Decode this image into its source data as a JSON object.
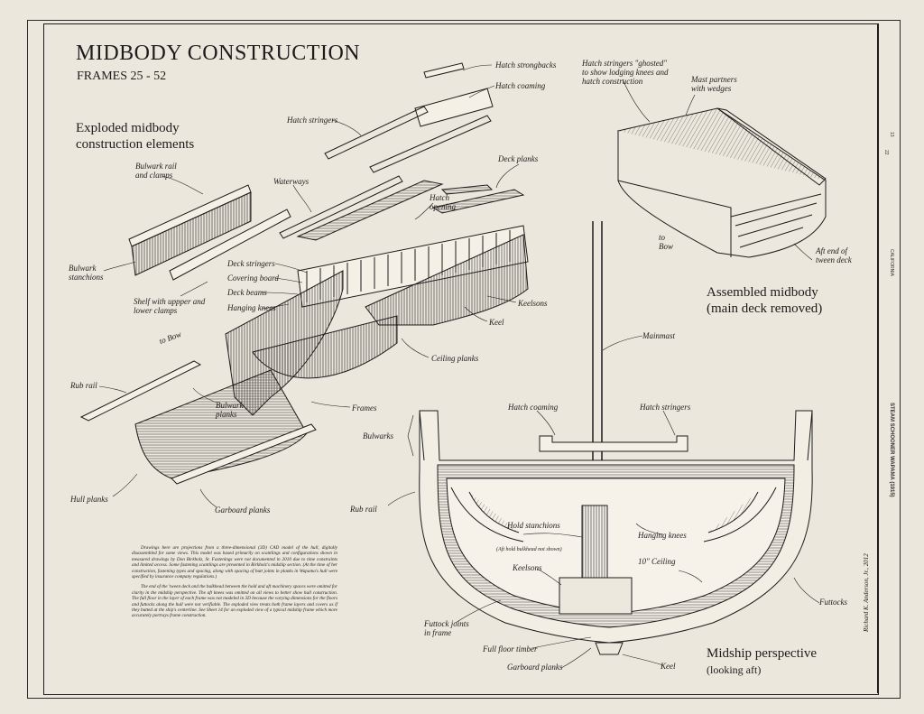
{
  "title": "MIDBODY CONSTRUCTION",
  "subtitle": "FRAMES 25 - 52",
  "exploded_heading": "Exploded midbody construction elements",
  "assembled_heading": "Assembled midbody (main deck removed)",
  "midship_heading": "Midship perspective",
  "midship_subheading": "(looking aft)",
  "labels": {
    "hatch_strongbacks": "Hatch strongbacks",
    "hatch_coaming_top": "Hatch coaming",
    "hatch_stringers": "Hatch stringers",
    "deck_planks": "Deck planks",
    "waterways": "Waterways",
    "hatch_opening": "Hatch opening",
    "bulwark_rail": "Bulwark rail and clamps",
    "bulwark_stanchions": "Bulwark stanchions",
    "deck_stringers": "Deck stringers",
    "covering_board": "Covering board",
    "deck_beams": "Deck beams",
    "hanging_knees": "Hanging knees",
    "shelf": "Shelf with uppper and lower clamps",
    "keelsons": "Keelsons",
    "keel": "Keel",
    "to_bow": "to Bow",
    "ceiling_planks": "Ceiling planks",
    "rub_rail": "Rub rail",
    "bulwark_planks": "Bulwark planks",
    "frames": "Frames",
    "hull_planks": "Hull planks",
    "garboard_planks": "Garboard planks",
    "ghosted_stringers": "Hatch stringers \"ghosted\" to show lodging knees and hatch construction",
    "mast_partners": "Mast partners with wedges",
    "to_bow_2": "to Bow",
    "aft_end": "Aft end of tween deck",
    "mainmast": "Mainmast",
    "m_hatch_coaming": "Hatch coaming",
    "m_hatch_stringers": "Hatch stringers",
    "m_bulwarks": "Bulwarks",
    "m_rub_rail": "Rub rail",
    "hold_stanchions": "Hold stanchions",
    "aft_bulkhead": "(Aft hold bulkhead not shown)",
    "m_hanging_knees": "Hanging knees",
    "m_keelsons": "Keelsons",
    "ceiling_10": "10\" Ceiling",
    "futtocks": "Futtocks",
    "futtock_joints": "Futtock joints in frame",
    "full_floor": "Full floor timber",
    "m_garboard": "Garboard planks",
    "m_keel": "Keel"
  },
  "notes": [
    "Drawings here are projections from a three-dimensional (3D) CAD model of the hull, digitally disassembled for some views. This model was based primarily on scantlings and configurations shown in measured drawings by Don Birkholz, Sr. Fastenings were not documented in 2010 due to time constraints and limited access. Some fastening scantlings are presented in Birkholz's midship section. (At the time of her construction, fastening types and spacing, along with spacing of butt joints in planks in Wapama's hull were specified by insurance company regulations.)",
    "The end of the 'tween deck and the bulkhead between the hold and aft machinery spaces were omitted for clarity in the midship perspective. The aft knees was omitted on all views to better show hull construction. The full floor in the layer of each frame was not modeled in 3D because the varying dimensions for the floors and futtocks along the hull were not verifiable. The exploded view treats both frame layers and covers as if they butted at the ship's centerline. See Sheet 14 for an exploded view of a typical midship frame which more accurately portrays frame construction."
  ],
  "signature": "Richard K. Anderson, Jr., 2012",
  "title_block": {
    "vessel": "STEAM SCHOONER WAPAMA (1915)",
    "sheet_no": "13",
    "of": "22",
    "state": "CALIFORNIA"
  }
}
